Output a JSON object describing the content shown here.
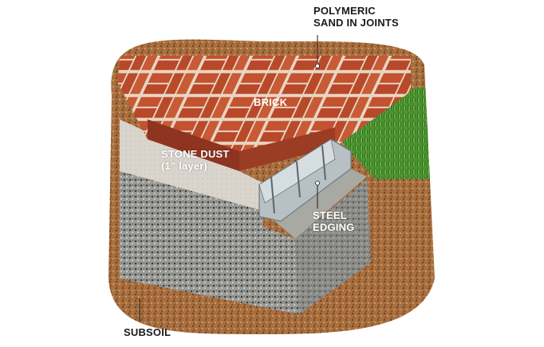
{
  "labels": {
    "polymeric_sand": [
      "POLYMERIC",
      "SAND IN JOINTS"
    ],
    "brick": "BRICK",
    "stone_dust": [
      "STONE DUST",
      "(1\" layer)"
    ],
    "steel_edging": [
      "STEEL",
      "EDGING"
    ],
    "subsoil": "SUBSOIL"
  },
  "colors": {
    "brick": "#c4512f",
    "brick_dark": "#8e3420",
    "joint_sand": "#e8d6c2",
    "stone_dust": "#d9d4cc",
    "gravel_base": "#9a9a96",
    "subsoil": "#a96f3f",
    "grass": "#4f9a34",
    "steel": "#b7c0c4"
  }
}
